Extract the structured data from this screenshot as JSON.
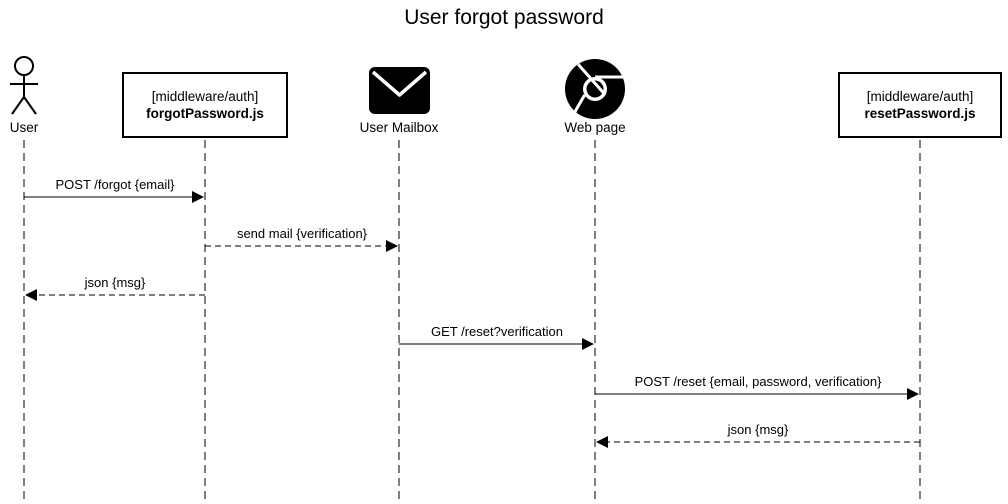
{
  "title": "User forgot password",
  "participants": {
    "user": {
      "label": "User",
      "icon": "stick-figure-icon"
    },
    "forgot": {
      "path": "[middleware/auth]",
      "file": "forgotPassword.js"
    },
    "mailbox": {
      "label": "User Mailbox",
      "icon": "envelope-icon"
    },
    "webpage": {
      "label": "Web page",
      "icon": "chrome-icon"
    },
    "reset": {
      "path": "[middleware/auth]",
      "file": "resetPassword.js"
    }
  },
  "messages": [
    {
      "label": "POST /forgot {email}",
      "from": "user",
      "to": "forgot",
      "style": "solid"
    },
    {
      "label": "send mail {verification}",
      "from": "forgot",
      "to": "mailbox",
      "style": "dashed"
    },
    {
      "label": "json {msg}",
      "from": "forgot",
      "to": "user",
      "style": "dashed"
    },
    {
      "label": "GET /reset?verification",
      "from": "mailbox",
      "to": "webpage",
      "style": "solid"
    },
    {
      "label": "POST /reset {email, password, verification}",
      "from": "webpage",
      "to": "reset",
      "style": "solid"
    },
    {
      "label": "json {msg}",
      "from": "reset",
      "to": "webpage",
      "style": "dashed"
    }
  ]
}
